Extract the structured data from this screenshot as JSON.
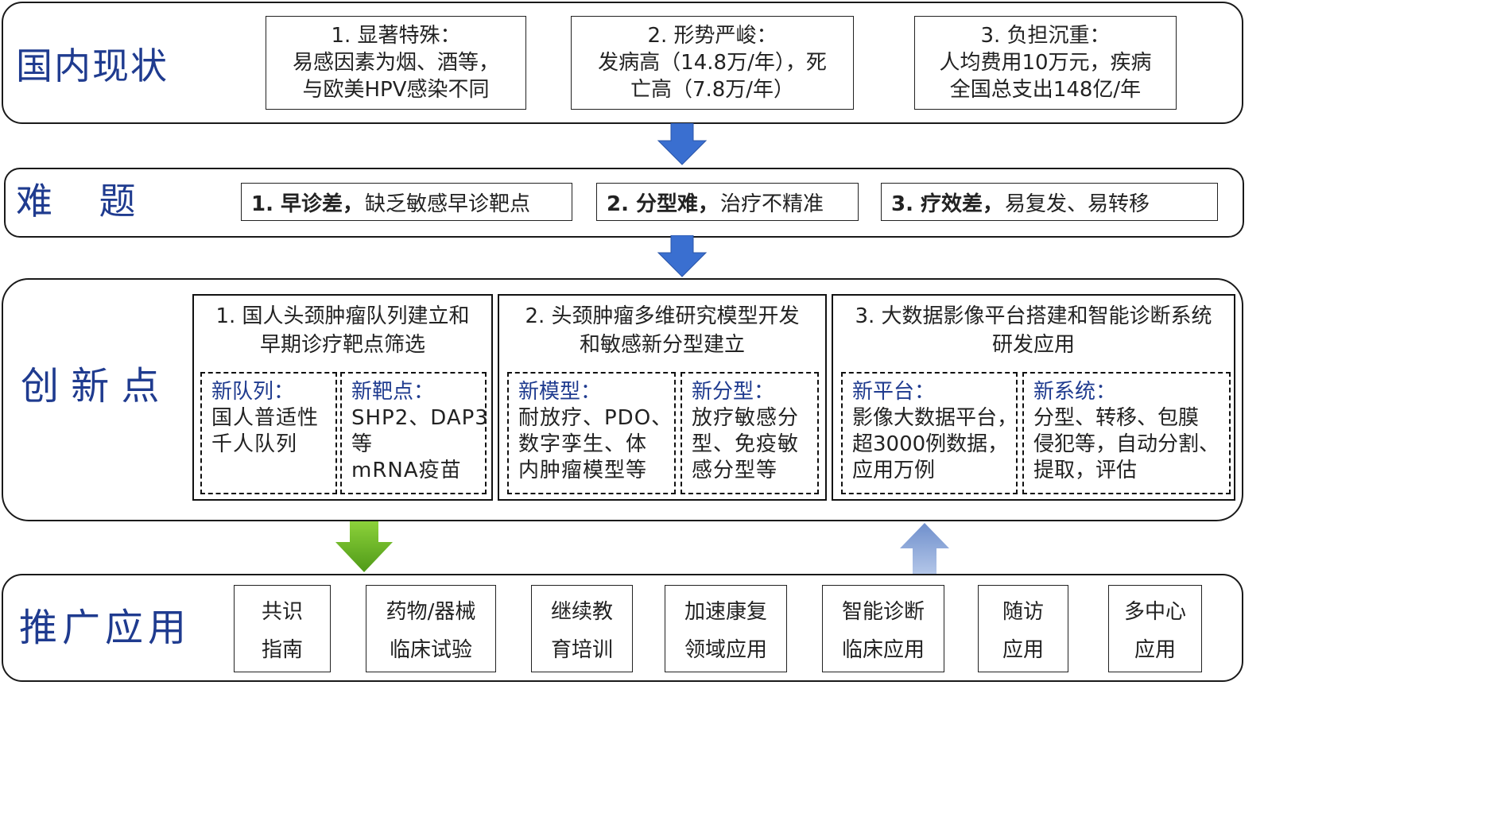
{
  "colors": {
    "title_blue": "#1f3b8f",
    "arrow_blue": "#3a6fd0",
    "arrow_green": "#5fae1f",
    "arrow_lightblue": "#8aa6d6"
  },
  "status": {
    "title": "国内现状",
    "boxes": [
      {
        "title": "1. 显著特殊：",
        "lines": [
          "易感因素为烟、酒等，",
          "与欧美HPV感染不同"
        ]
      },
      {
        "title": "2. 形势严峻：",
        "lines": [
          "发病高（14.8万/年），死",
          "亡高（7.8万/年）"
        ]
      },
      {
        "title": "3. 负担沉重：",
        "lines": [
          "人均费用10万元，疾病",
          "全国总支出148亿/年"
        ]
      }
    ]
  },
  "problems": {
    "title": "难    题",
    "items": [
      {
        "bold": "1. 早诊差，",
        "rest": "缺乏敏感早诊靶点"
      },
      {
        "bold": "2. 分型难，",
        "rest": "治疗不精准"
      },
      {
        "bold": "3. 疗效差，",
        "rest": "易复发、易转移"
      }
    ]
  },
  "innovation": {
    "title": "创 新 点",
    "blocks": [
      {
        "title_lines": [
          "1. 国人头颈肿瘤队列建立和",
          "早期诊疗靶点筛选"
        ],
        "subs": [
          {
            "head": "新队列：",
            "lines": [
              "国人普适性",
              "千人队列"
            ]
          },
          {
            "head": "新靶点：",
            "lines": [
              "SHP2、DAP3",
              "等",
              "mRNA疫苗"
            ]
          }
        ]
      },
      {
        "title_lines": [
          "2. 头颈肿瘤多维研究模型开发",
          "和敏感新分型建立"
        ],
        "subs": [
          {
            "head": "新模型：",
            "lines": [
              "耐放疗、PDO、",
              "数字孪生、体",
              "内肿瘤模型等"
            ]
          },
          {
            "head": "新分型：",
            "lines": [
              "放疗敏感分",
              "型、免疫敏",
              "感分型等"
            ]
          }
        ]
      },
      {
        "title_lines": [
          "3. 大数据影像平台搭建和智能诊断系统",
          "研发应用"
        ],
        "subs": [
          {
            "head": "新平台：",
            "lines": [
              "影像大数据平台，",
              "超3000例数据，",
              "应用万例"
            ]
          },
          {
            "head": "新系统：",
            "lines": [
              "分型、转移、包膜",
              "侵犯等，自动分割、",
              "提取，评估"
            ]
          }
        ]
      }
    ]
  },
  "application": {
    "title": "推广应用",
    "items": [
      [
        "共识",
        "指南"
      ],
      [
        "药物/器械",
        "临床试验"
      ],
      [
        "继续教",
        "育培训"
      ],
      [
        "加速康复",
        "领域应用"
      ],
      [
        "智能诊断",
        "临床应用"
      ],
      [
        "随访",
        "应用"
      ],
      [
        "多中心",
        "应用"
      ]
    ]
  }
}
